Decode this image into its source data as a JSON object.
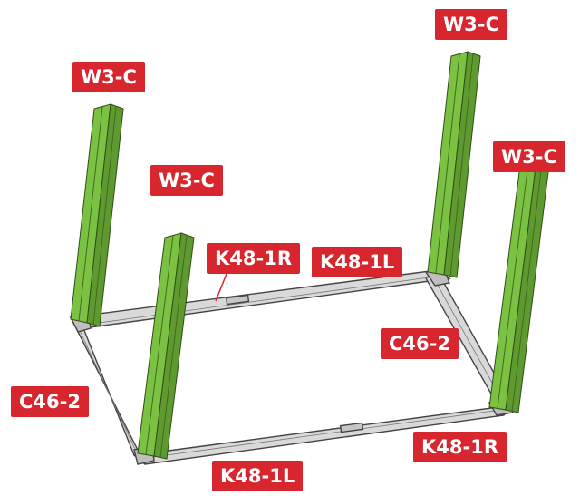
{
  "labels": {
    "w3c_left": "W3-C",
    "w3c_top_right": "W3-C",
    "w3c_right": "W3-C",
    "w3c_center": "W3-C",
    "k48_1r_back": "K48-1R",
    "k48_1l_back": "K48-1L",
    "c46_2_right": "C46-2",
    "c46_2_left": "C46-2",
    "k48_1r_front": "K48-1R",
    "k48_1l_front": "K48-1L"
  },
  "colors": {
    "label_bg": "#d8262f",
    "label_text": "#ffffff",
    "post_green": "#7cc242",
    "post_dark": "#3f6b1e",
    "frame_grey": "#c8c8c8",
    "frame_line": "#444444"
  }
}
